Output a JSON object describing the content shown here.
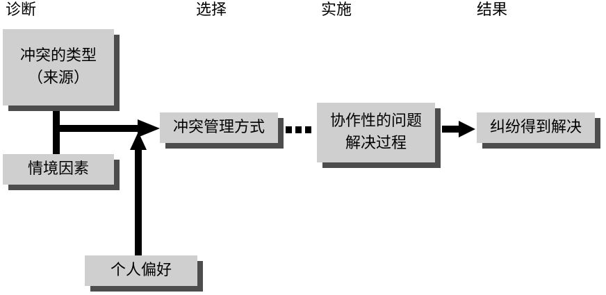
{
  "stages": {
    "diagnosis": "诊断",
    "selection": "选择",
    "implementation": "实施",
    "outcome": "结果"
  },
  "boxes": {
    "conflict_type_line1": "冲突的类型",
    "conflict_type_line2": "（来源）",
    "situational_factors": "情境因素",
    "personal_preference": "个人偏好",
    "conflict_management_style": "冲突管理方式",
    "collaborative_process_line1": "协作性的问题",
    "collaborative_process_line2": "解决过程",
    "resolution": "纠纷得到解决"
  },
  "colors": {
    "box_fill": "#cfcfcf",
    "box_shadow": "#4d4d4d",
    "arrow": "#000000"
  }
}
